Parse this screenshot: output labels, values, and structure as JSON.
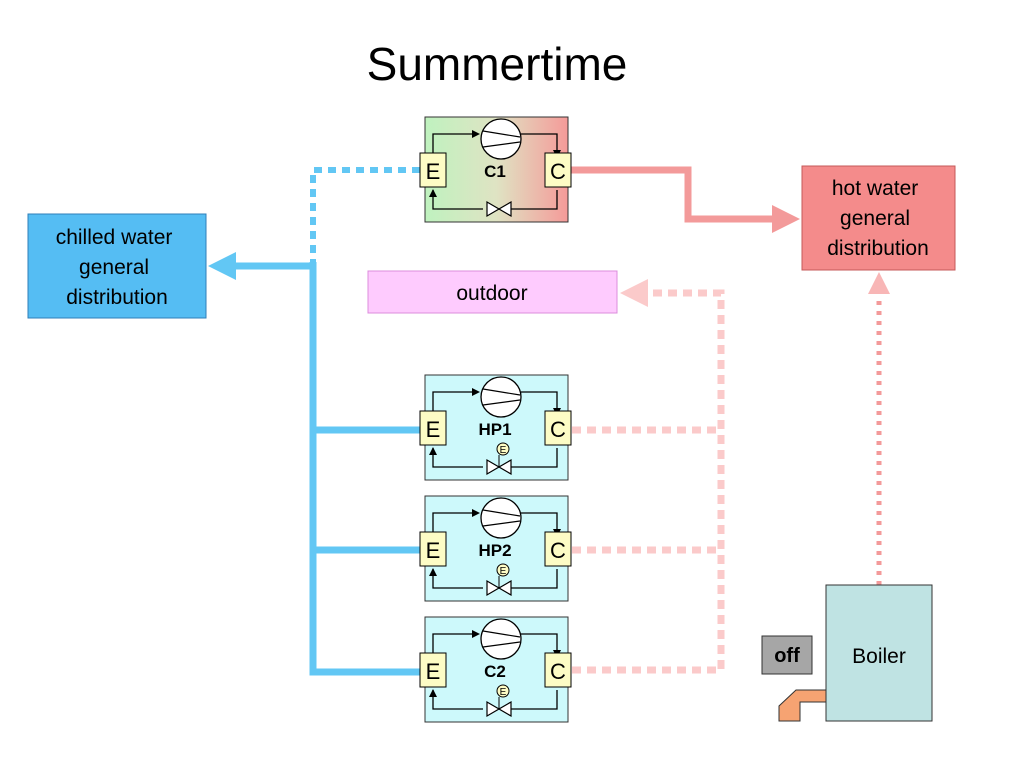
{
  "title": "Summertime",
  "colors": {
    "chilled": "#62c7f4",
    "chilled_box": "#55bdf3",
    "hot": "#f39a9a",
    "hot_box": "#f48b8b",
    "outdoor_fill": "#fecbfe",
    "outdoor_line": "#fbcaca",
    "hp_fill": "#cdf9fb",
    "ec_fill": "#fdfcc5",
    "boiler_fill": "#bfe3e3",
    "off_fill": "#a6a6a6",
    "burner": "#f6a372"
  },
  "boxes": {
    "chilled": "chilled water\ngeneral\ndistribution",
    "hot": "hot water\ngeneral\ndistribution",
    "outdoor": "outdoor",
    "boiler": "Boiler"
  },
  "off_label": "off",
  "units": [
    {
      "label": "C1",
      "evaporator": "E",
      "condenser": "C",
      "has_expansion_indicator": false
    },
    {
      "label": "HP1",
      "evaporator": "E",
      "condenser": "C",
      "has_expansion_indicator": true,
      "indicator": "E"
    },
    {
      "label": "HP2",
      "evaporator": "E",
      "condenser": "C",
      "has_expansion_indicator": true,
      "indicator": "E"
    },
    {
      "label": "C2",
      "evaporator": "E",
      "condenser": "C",
      "has_expansion_indicator": true,
      "indicator": "E"
    }
  ]
}
